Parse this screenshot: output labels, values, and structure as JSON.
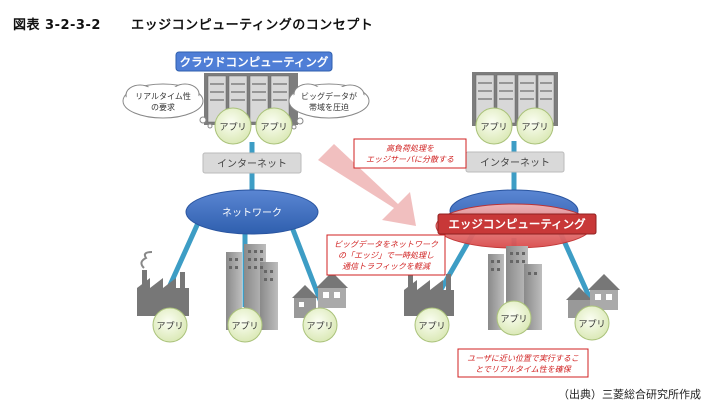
{
  "figure": {
    "label": "図表 3-2-3-2",
    "title": "エッジコンピューティングのコンセプト",
    "source": "（出典）三菱総合研究所作成"
  },
  "colors": {
    "cloud_banner": "#4f7ed6",
    "network_blue": "#3a6fc4",
    "edge_red": "#e04848",
    "edge_banner": "#c83838",
    "link_teal": "#3d9dc5",
    "app_green": "#e8f3cf",
    "callout_red": "#d02020",
    "arrow_pink": "#f0b8b8"
  },
  "cloud": {
    "banner": "クラウドコンピューティング",
    "internet": "インターネット",
    "network": "ネットワーク",
    "bubble_left": [
      "リアルタイム性",
      "の要求"
    ],
    "bubble_right": [
      "ビッグデータが",
      "帯域を圧迫"
    ],
    "app_labels": [
      "アプリ",
      "アプリ"
    ],
    "device_apps": [
      "アプリ",
      "アプリ",
      "アプリ"
    ]
  },
  "edge": {
    "banner": "エッジコンピューティング",
    "internet": "インターネット",
    "app_labels": [
      "アプリ",
      "アプリ"
    ],
    "device_apps": [
      "アプリ",
      "アプリ",
      "アプリ"
    ],
    "callout_top": [
      "高負荷処理を",
      "エッジサーバに分散する"
    ],
    "callout_mid": [
      "ビッグデータをネットワーク",
      "の「エッジ」で一時処理し",
      "通信トラフィックを軽減"
    ],
    "callout_bottom": [
      "ユーザに近い位置で実行するこ",
      "とでリアルタイム性を確保"
    ]
  }
}
